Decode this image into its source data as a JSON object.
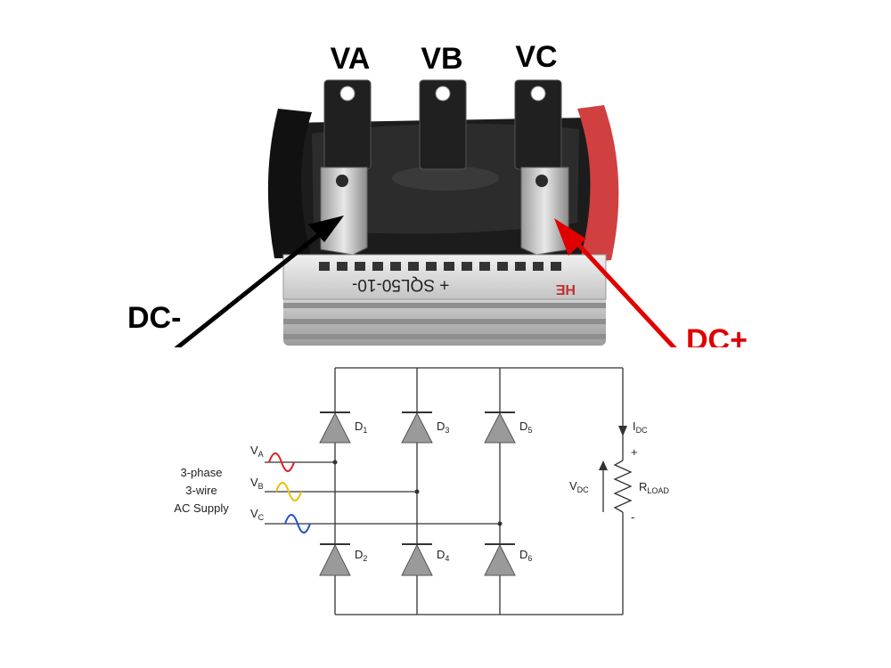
{
  "photo": {
    "terminal_labels": {
      "va": "VA",
      "vb": "VB",
      "vc": "VC"
    },
    "dc_minus_label": "DC-",
    "dc_plus_label": "DC+",
    "part_number": "+ SQL50-10-",
    "maker_logo": "HE",
    "colors": {
      "minus_arrow": "#000000",
      "plus_arrow": "#e00000",
      "housing": "#1a1a1a",
      "heatsink": "#c8c8c8",
      "end_cap_red": "#d04040"
    }
  },
  "schematic": {
    "supply_label": [
      "3-phase",
      "3-wire",
      "AC Supply"
    ],
    "phases": [
      {
        "main": "V",
        "sub": "A",
        "wave_color": "#e02020"
      },
      {
        "main": "V",
        "sub": "B",
        "wave_color": "#e8c000"
      },
      {
        "main": "V",
        "sub": "C",
        "wave_color": "#2050d0"
      }
    ],
    "diodes_top": [
      {
        "main": "D",
        "sub": "1"
      },
      {
        "main": "D",
        "sub": "3"
      },
      {
        "main": "D",
        "sub": "5"
      }
    ],
    "diodes_bottom": [
      {
        "main": "D",
        "sub": "2"
      },
      {
        "main": "D",
        "sub": "4"
      },
      {
        "main": "D",
        "sub": "6"
      }
    ],
    "idc": {
      "main": "I",
      "sub": "DC"
    },
    "vdc": {
      "main": "V",
      "sub": "DC"
    },
    "rload": {
      "main": "R",
      "sub": "LOAD"
    },
    "plus_sign": "+",
    "minus_sign": "-"
  }
}
